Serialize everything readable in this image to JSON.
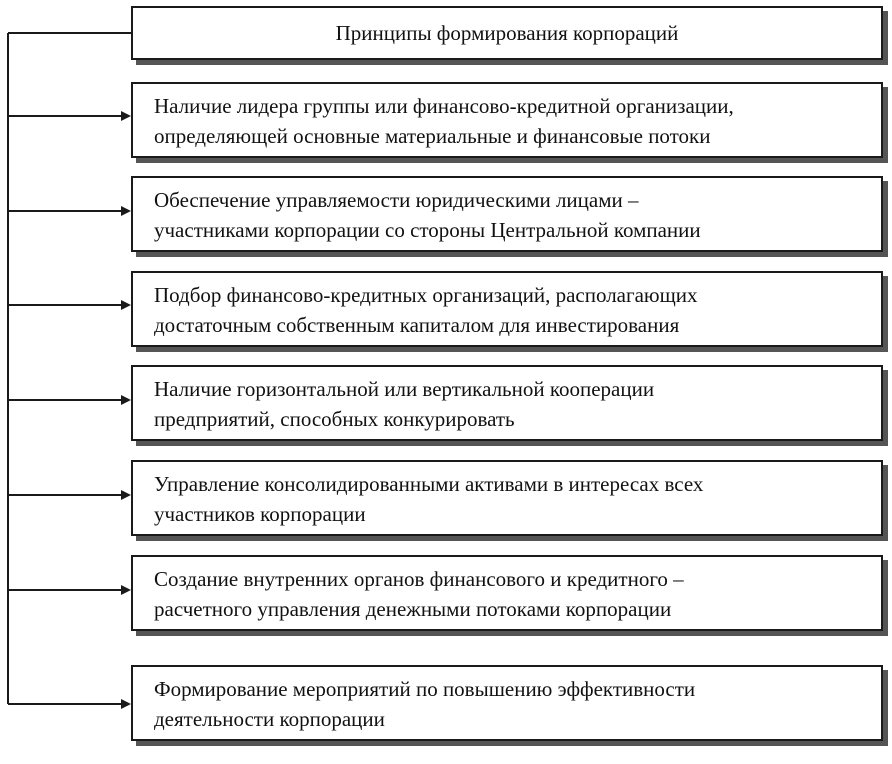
{
  "diagram": {
    "title": "Принципы формирования корпораций",
    "items": [
      {
        "line1": "Наличие лидера группы или финансово-кредитной организации,",
        "line2": "определяющей основные материальные и финансовые потоки"
      },
      {
        "line1": "Обеспечение управляемости юридическими лицами –",
        "line2": "участниками корпорации со стороны Центральной компании"
      },
      {
        "line1": "Подбор финансово-кредитных организаций, располагающих",
        "line2": "достаточным собственным капиталом для инвестирования"
      },
      {
        "line1": "Наличие горизонтальной или вертикальной кооперации",
        "line2": "предприятий, способных конкурировать"
      },
      {
        "line1": "Управление консолидированными активами в интересах всех",
        "line2": "участников корпорации"
      },
      {
        "line1": "Создание внутренних органов финансового и кредитного –",
        "line2": "расчетного управления денежными потоками корпорации"
      },
      {
        "line1": "Формирование мероприятий по повышению эффективности",
        "line2": "деятельности корпорации"
      }
    ]
  }
}
